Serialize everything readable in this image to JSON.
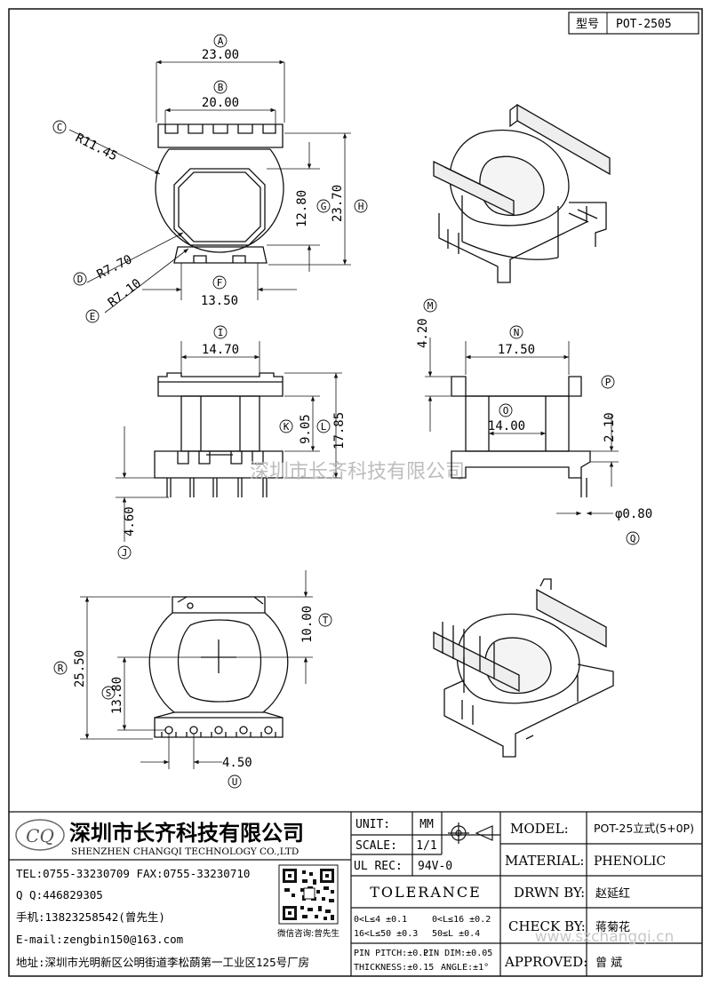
{
  "header": {
    "model_label": "型号",
    "model_value": "POT-2505"
  },
  "top_view": {
    "A": {
      "label": "A",
      "value": "23.00"
    },
    "B": {
      "label": "B",
      "value": "20.00"
    },
    "C": {
      "label": "C",
      "value": "R11.45"
    },
    "D": {
      "label": "D",
      "value": "R7.70"
    },
    "E": {
      "label": "E",
      "value": "R7.10"
    },
    "F": {
      "label": "F",
      "value": "13.50"
    },
    "G": {
      "label": "G",
      "value": "12.80"
    },
    "H": {
      "label": "H",
      "value": "23.70"
    }
  },
  "front_view": {
    "I": {
      "label": "I",
      "value": "14.70"
    },
    "J": {
      "label": "J",
      "value": "4.60"
    },
    "K": {
      "label": "K",
      "value": "9.05"
    },
    "L": {
      "label": "L",
      "value": "17.85"
    }
  },
  "side_view": {
    "M": {
      "label": "M",
      "value": "4.20"
    },
    "N": {
      "label": "N",
      "value": "17.50"
    },
    "O": {
      "label": "O",
      "value": "14.00"
    },
    "P": {
      "label": "P",
      "value": "2.10"
    },
    "Q": {
      "label": "Q",
      "value": "φ0.80"
    }
  },
  "bottom_view": {
    "R": {
      "label": "R",
      "value": "25.50"
    },
    "S": {
      "label": "S",
      "value": "13.80"
    },
    "T": {
      "label": "T",
      "value": "10.00"
    },
    "U": {
      "label": "U",
      "value": "4.50"
    }
  },
  "watermark": "深圳市长齐科技有限公司",
  "company": {
    "logo_text": "CQ",
    "name_cn": "深圳市长齐科技有限公司",
    "name_en": "SHENZHEN CHANGQI TECHNOLOGY CO.,LTD",
    "tel": "TEL:0755-33230709 FAX:0755-33230710",
    "qq": "Q Q:446829305",
    "mobile": "手机:13823258542(曾先生)",
    "email": "E-mail:zengbin150@163.com",
    "address": "地址:深圳市光明新区公明街道李松蓢第一工业区125号厂房",
    "wechat": "微信咨询:曾先生"
  },
  "title_block": {
    "unit_label": "UNIT:",
    "unit_value": "MM",
    "scale_label": "SCALE:",
    "scale_value": "1/1",
    "ulrec_label": "UL REC:",
    "ulrec_value": "94V-0",
    "tolerance_label": "TOLERANCE",
    "tol_1": "0<L≤4    ±0.1",
    "tol_2": "0<L≤16  ±0.2",
    "tol_3": "16<L≤50 ±0.3",
    "tol_4": "50≤L    ±0.4",
    "tol_5": "PIN PITCH:±0.2",
    "tol_6": "PIN DIM:±0.05",
    "tol_7": "THICKNESS:±0.15",
    "tol_8": "ANGLE:±1°",
    "model_label": "MODEL:",
    "model_value": "POT-25立式(5+0P)",
    "material_label": "MATERIAL:",
    "material_value": "PHENOLIC",
    "drawn_label": "DRWN BY:",
    "drawn_value": "赵延红",
    "check_label": "CHECK BY:",
    "check_value": "蒋菊花",
    "approved_label": "APPROVED:",
    "approved_value": "曾  斌",
    "website": "www.szchangqi.cn"
  }
}
